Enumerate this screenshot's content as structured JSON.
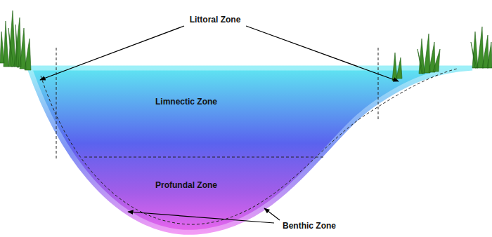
{
  "diagram": {
    "labels": [
      "Littoral Zone",
      "Limnectic Zone",
      "Profundal Zone",
      "Benthic Zone"
    ]
  }
}
